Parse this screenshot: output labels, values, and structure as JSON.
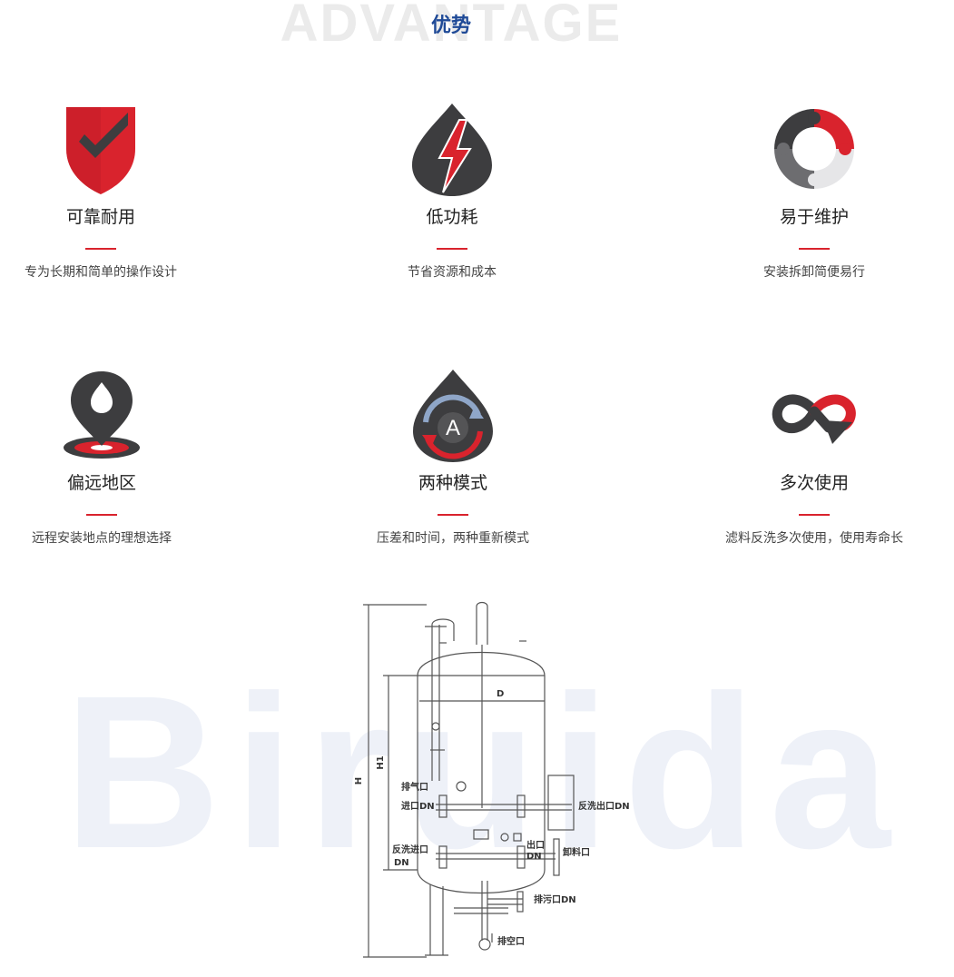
{
  "hero": {
    "bg_text": "ADVANTAGE",
    "title": "优势"
  },
  "features": [
    {
      "icon": "shield-check-icon",
      "title": "可靠耐用",
      "desc": "专为长期和简单的操作设计"
    },
    {
      "icon": "lightning-drop-icon",
      "title": "低功耗",
      "desc": "节省资源和成本"
    },
    {
      "icon": "puzzle-ring-icon",
      "title": "易于维护",
      "desc": "安装拆卸简便易行"
    },
    {
      "icon": "location-pin-icon",
      "title": "偏远地区",
      "desc": "远程安装地点的理想选择"
    },
    {
      "icon": "mode-cycle-icon",
      "title": "两种模式",
      "desc": "压差和时间，两种重新模式"
    },
    {
      "icon": "infinity-arrow-icon",
      "title": "多次使用",
      "desc": "滤料反洗多次使用，使用寿命长"
    }
  ],
  "diagram": {
    "watermark": "Biruida",
    "labels": {
      "h": "H",
      "h1": "H1",
      "d": "D",
      "vent": "排气口",
      "inlet": "进口DN",
      "backwash_outlet": "反洗出口DN",
      "backwash_inlet": "反洗进口",
      "backwash_inlet_dn": "DN",
      "outlet": "出口",
      "outlet_dn": "DN",
      "unload": "卸料口",
      "drain": "排污口DN",
      "empty": "排空口"
    }
  },
  "colors": {
    "accent": "#d9232d",
    "dark": "#3d3d3f",
    "title_blue": "#1f4a97"
  }
}
